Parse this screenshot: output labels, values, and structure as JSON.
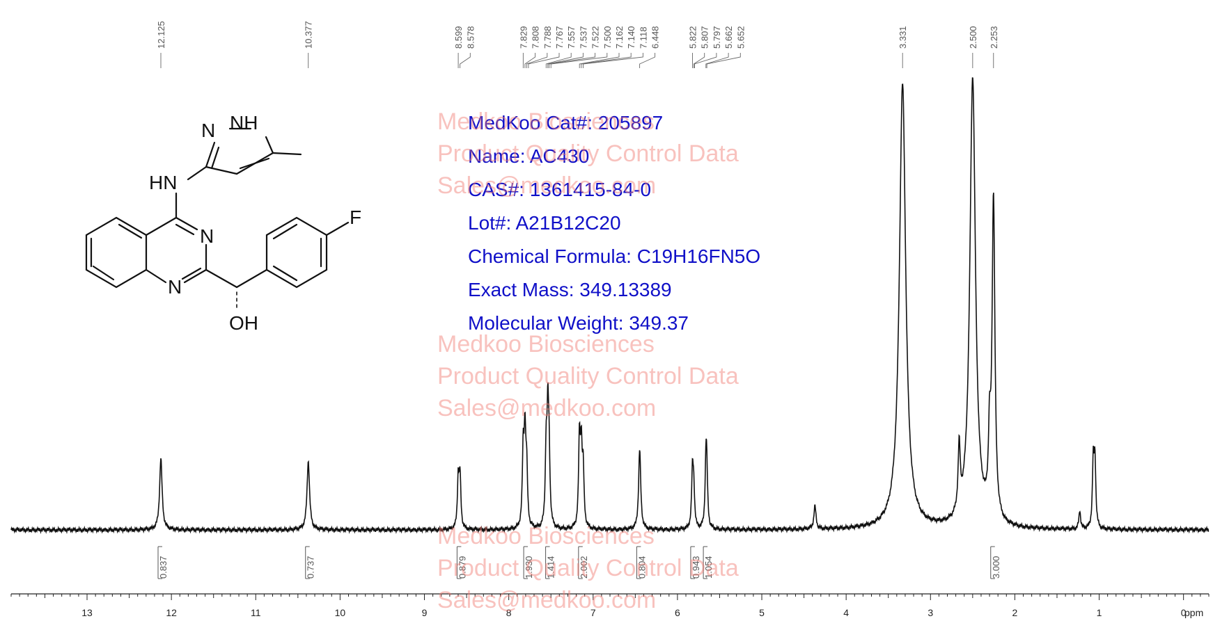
{
  "info": {
    "cat": "MedKoo Cat#: 205897",
    "name": "Name: AC430",
    "cas": "CAS#: 1361415-84-0",
    "lot": "Lot#: A21B12C20",
    "formula": "Chemical Formula: C19H16FN5O",
    "exact_mass": "Exact Mass: 349.13389",
    "mw": "Molecular Weight: 349.37"
  },
  "watermark": {
    "line1": "Medkoo Biosciences",
    "line2": "Product Quality Control Data",
    "line3": "Sales@medkoo.com"
  },
  "structure_labels": {
    "pyrazole_n": "N",
    "pyrazole_nh": "NH",
    "amine_hn": "HN",
    "ring_n_upper": "N",
    "ring_n_lower": "N",
    "fluorine": "F",
    "hydroxyl": "OH"
  },
  "colors": {
    "info_text": "#1010c8",
    "watermark": "#f0786e",
    "trace": "#111111"
  },
  "chart_data": {
    "type": "line",
    "x_unit": "ppm",
    "xlim": [
      13.9,
      -0.3
    ],
    "x_reversed": true,
    "grid": false,
    "x_ticks": [
      13,
      12,
      11,
      10,
      9,
      8,
      7,
      6,
      5,
      4,
      3,
      2,
      1,
      0
    ],
    "peak_labels": [
      "12.125",
      "10.377",
      "8.599",
      "8.578",
      "7.829",
      "7.808",
      "7.788",
      "7.767",
      "7.557",
      "7.537",
      "7.522",
      "7.500",
      "7.162",
      "7.140",
      "7.118",
      "6.448",
      "5.822",
      "5.807",
      "5.797",
      "5.662",
      "5.652",
      "3.331",
      "2.500",
      "2.253"
    ],
    "integrals": [
      {
        "x": 12.125,
        "label": "0.837"
      },
      {
        "x": 10.377,
        "label": "0.737"
      },
      {
        "x": 8.58,
        "label": "0.879"
      },
      {
        "x": 7.79,
        "label": "1.930"
      },
      {
        "x": 7.53,
        "label": "1.414"
      },
      {
        "x": 7.14,
        "label": "2.002"
      },
      {
        "x": 6.45,
        "label": "0.804"
      },
      {
        "x": 5.81,
        "label": "0.943"
      },
      {
        "x": 5.66,
        "label": "1.054"
      },
      {
        "x": 2.253,
        "label": "3.000"
      }
    ],
    "peaks": [
      {
        "x": 12.125,
        "h": 0.155,
        "w": 0.018
      },
      {
        "x": 10.377,
        "h": 0.15,
        "w": 0.018
      },
      {
        "x": 8.599,
        "h": 0.11,
        "w": 0.012
      },
      {
        "x": 8.578,
        "h": 0.11,
        "w": 0.012
      },
      {
        "x": 7.829,
        "h": 0.16,
        "w": 0.012
      },
      {
        "x": 7.808,
        "h": 0.19,
        "w": 0.012
      },
      {
        "x": 7.788,
        "h": 0.12,
        "w": 0.012
      },
      {
        "x": 7.557,
        "h": 0.16,
        "w": 0.012
      },
      {
        "x": 7.537,
        "h": 0.22,
        "w": 0.012
      },
      {
        "x": 7.522,
        "h": 0.14,
        "w": 0.012
      },
      {
        "x": 7.162,
        "h": 0.19,
        "w": 0.012
      },
      {
        "x": 7.14,
        "h": 0.16,
        "w": 0.012
      },
      {
        "x": 7.118,
        "h": 0.12,
        "w": 0.012
      },
      {
        "x": 6.448,
        "h": 0.175,
        "w": 0.015
      },
      {
        "x": 5.822,
        "h": 0.12,
        "w": 0.012
      },
      {
        "x": 5.807,
        "h": 0.08,
        "w": 0.012
      },
      {
        "x": 5.662,
        "h": 0.14,
        "w": 0.012
      },
      {
        "x": 5.652,
        "h": 0.09,
        "w": 0.012
      },
      {
        "x": 4.37,
        "h": 0.05,
        "w": 0.015
      },
      {
        "x": 3.331,
        "h": 0.97,
        "w": 0.045
      },
      {
        "x": 2.66,
        "h": 0.14,
        "w": 0.015
      },
      {
        "x": 2.5,
        "h": 0.98,
        "w": 0.04
      },
      {
        "x": 2.3,
        "h": 0.15,
        "w": 0.015
      },
      {
        "x": 2.253,
        "h": 0.7,
        "w": 0.02
      },
      {
        "x": 1.23,
        "h": 0.04,
        "w": 0.012
      },
      {
        "x": 1.07,
        "h": 0.14,
        "w": 0.012
      },
      {
        "x": 1.05,
        "h": 0.14,
        "w": 0.012
      }
    ]
  }
}
